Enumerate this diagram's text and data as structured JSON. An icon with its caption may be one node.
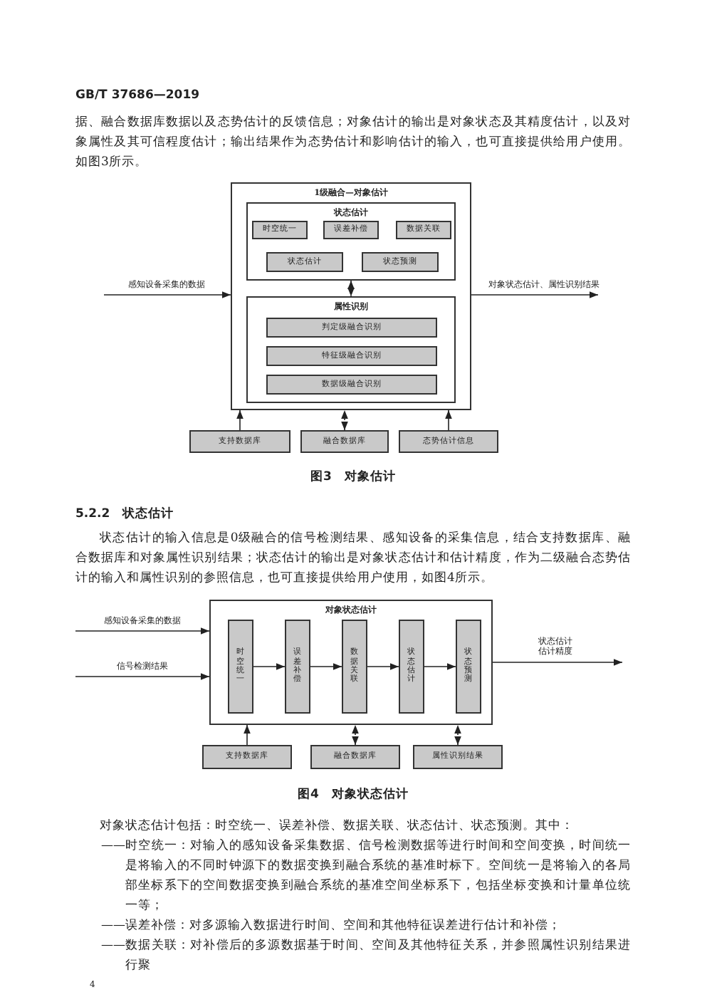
{
  "diagram": {
    "nodes": [
      {
        "text": [
          "1级融合—对象估计"
        ]
      },
      {
        "text": [
          "状态估计"
        ],
        "in": 0
      },
      {
        "text": [
          "时空统一"
        ],
        "in": 1
      },
      {
        "text": [
          "误差补偿"
        ],
        "in": 1
      },
      {
        "text": [
          "数据关联"
        ],
        "in": 1
      },
      {
        "text": [
          "状态估计"
        ],
        "in": 1
      },
      {
        "text": [
          "状态预测"
        ],
        "in": 1
      },
      {
        "text": [
          "属性识别"
        ],
        "in": 0
      },
      {
        "text": [
          "判定级融合识别"
        ],
        "in": 7
      },
      {
        "text": [
          "特征级融合识别"
        ],
        "in": 7
      },
      {
        "text": [
          "数据级融合识别"
        ],
        "in": 7
      },
      {
        "text": [
          "支持数据库"
        ]
      },
      {
        "text": [
          "融合数据库"
        ]
      },
      {
        "text": [
          "态势估计信息"
        ]
      },
      {
        "text": [
          "对象状态估计"
        ]
      },
      {
        "text": [
          "时空统一"
        ],
        "in": 14
      },
      {
        "text": [
          "误差补偿"
        ],
        "in": 14
      },
      {
        "text": [
          "数据关联"
        ],
        "in": 14
      },
      {
        "text": [
          "状态估计"
        ],
        "in": 14
      },
      {
        "text": [
          "状态预测"
        ],
        "in": 14
      },
      {
        "text": [
          "支持数据库"
        ]
      },
      {
        "text": [
          "融合数据库"
        ]
      },
      {
        "text": [
          "属性识别结果"
        ]
      }
    ],
    "edges": [
      {
        "from": null,
        "to": 0,
        "arrow": "to",
        "label": "感知设备采集的数据"
      },
      {
        "from": 0,
        "to": null,
        "arrow": "to",
        "label": "对象状态估计、属性识别结果"
      },
      {
        "from": 1,
        "to": 7,
        "arrow": "both",
        "style": "dashed"
      },
      {
        "from": 11,
        "to": 0,
        "arrow": "to"
      },
      {
        "from": 12,
        "to": 0,
        "arrow": "both",
        "style": "dashed"
      },
      {
        "from": 13,
        "to": 0,
        "arrow": "to"
      },
      {
        "from": null,
        "to": 14,
        "arrow": "to",
        "label": "感知设备采集的数据"
      },
      {
        "from": null,
        "to": 14,
        "arrow": "to",
        "label": "信号检测结果"
      },
      {
        "from": 14,
        "to": null,
        "arrow": "to",
        "label": "状态估计估计精度"
      },
      {
        "from": 15,
        "to": 16,
        "arrow": "to"
      },
      {
        "from": 16,
        "to": 17,
        "arrow": "to"
      },
      {
        "from": 17,
        "to": 18,
        "arrow": "to"
      },
      {
        "from": 18,
        "to": 19,
        "arrow": "to"
      },
      {
        "from": 20,
        "to": 14,
        "arrow": "to"
      },
      {
        "from": 21,
        "to": 14,
        "arrow": "both",
        "style": "dashed"
      },
      {
        "from": 22,
        "to": 14,
        "arrow": "both",
        "style": "dashed"
      }
    ],
    "labels": [
      "GB/T 37686—2019",
      "据、融合数据库数据以及态势估计的反馈信息；对象估计的输出是对象状态及其精度估计，以及对象属性及其可信程度估计；输出结果作为态势估计和影响估计的输入，也可直接提供给用户使用。如图3所示。",
      "图3　对象估计",
      "5.2.2　状态估计",
      "状态估计的输入信息是0级融合的信号检测结果、感知设备的采集信息，结合支持数据库、融合数据库和对象属性识别结果；状态估计的输出是对象状态估计和估计精度，作为二级融合态势估计的输入和属性识别的参照信息，也可直接提供给用户使用，如图4所示。",
      "图4　对象状态估计",
      "对象状态估计包括：时空统一、误差补偿、数据关联、状态估计、状态预测。其中：",
      "——时空统一：对输入的感知设备采集数据、信号检测数据等进行时间和空间变换，时间统一是将输入的不同时钟源下的数据变换到融合系统的基准时标下。空间统一是将输入的各局部坐标系下的空间数据变换到融合系统的基准空间坐标系下，包括坐标变换和计量单位统一等；",
      "——误差补偿：对多源输入数据进行时间、空间和其他特征误差进行估计和补偿；",
      "——数据关联：对补偿后的多源数据基于时间、空间及其他特征关系，并参照属性识别结果进行聚",
      "4"
    ]
  }
}
